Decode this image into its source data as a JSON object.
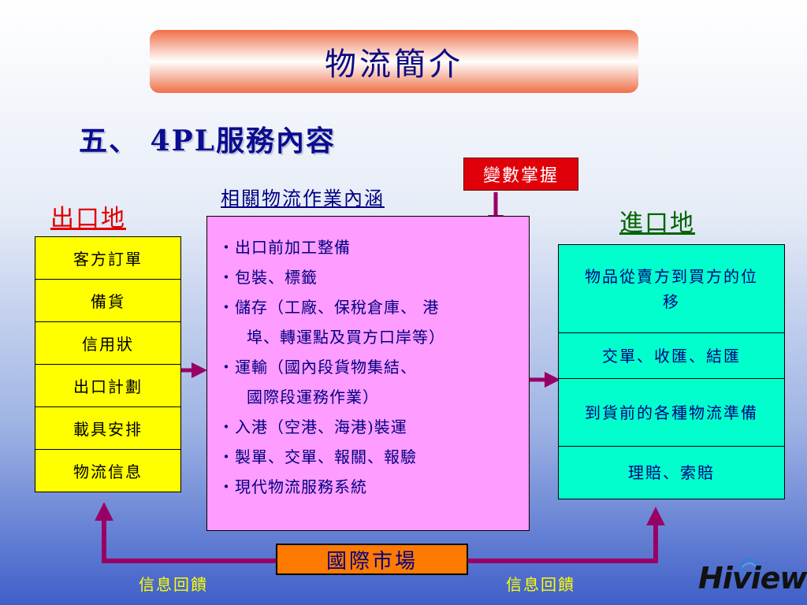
{
  "title": "物流簡介",
  "subtitle": "五、 4PL服務內容",
  "variable_box": "變數掌握",
  "center_label": "相關物流作業內涵",
  "origin_label": "出口地",
  "destination_label": "進口地",
  "left_items": [
    "客方訂單",
    "備貨",
    "信用狀",
    "出口計劃",
    "載具安排",
    "物流信息"
  ],
  "center_lines": [
    {
      "text": "‧出口前加工整備",
      "indent": false
    },
    {
      "text": "‧包裝、標籤",
      "indent": false
    },
    {
      "text": "‧儲存（工廠、保稅倉庫、 港",
      "indent": false
    },
    {
      "text": "埠、轉運點及買方口岸等）",
      "indent": true
    },
    {
      "text": "‧運輸（國內段貨物集結、",
      "indent": false
    },
    {
      "text": "國際段運務作業）",
      "indent": true
    },
    {
      "text": "‧入港（空港、海港)裝運",
      "indent": false
    },
    {
      "text": "‧製單、交單、報關、報驗",
      "indent": false
    },
    {
      "text": "‧現代物流服務系統",
      "indent": false
    }
  ],
  "right_items": [
    "物品從賣方到買方的位移",
    "交單、收匯、結匯",
    "到貨前的各種物流準備",
    "理賠、索賠"
  ],
  "market": "國際市場",
  "feedback_left": "信息回饋",
  "feedback_right": "信息回饋",
  "logo": "Hiview",
  "colors": {
    "arrow": "#990066",
    "title_text": "#0c0c80",
    "origin": "#e00000",
    "destination": "#006400",
    "left_box": "#ffff00",
    "center_box": "#ff9cff",
    "right_box": "#00ffcc",
    "market_box": "#ff7a00",
    "variable_box": "#e0000a",
    "feedback_text": "#ffff00"
  }
}
